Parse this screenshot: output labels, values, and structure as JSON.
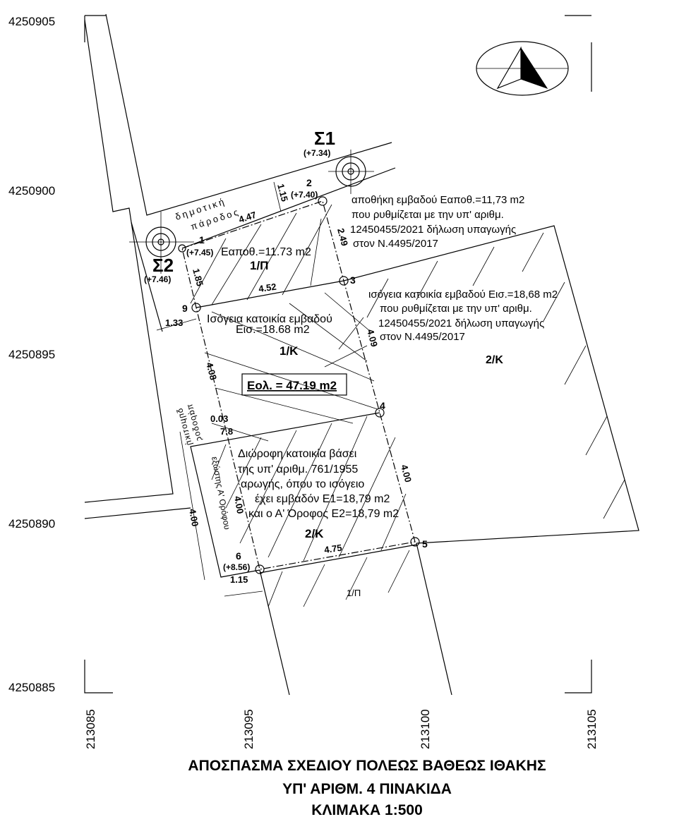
{
  "axes": {
    "y_ticks": [
      "4250905",
      "4250900",
      "4250895",
      "4250890",
      "4250885"
    ],
    "x_ticks": [
      "213085",
      "213095",
      "213100",
      "213105"
    ]
  },
  "benchmarks": [
    {
      "name": "Σ1",
      "elevation": "(+7.34)"
    },
    {
      "name": "Σ2",
      "elevation": "(+7.46)"
    }
  ],
  "points": [
    {
      "id": "1",
      "elevation": "(+7.45)"
    },
    {
      "id": "2",
      "elevation": "(+7.40)"
    },
    {
      "id": "3"
    },
    {
      "id": "4"
    },
    {
      "id": "5"
    },
    {
      "id": "6",
      "elevation": "(+8.56)"
    },
    {
      "id": "9"
    }
  ],
  "dimensions": [
    "1.15",
    "4.47",
    "2.49",
    "1.85",
    "4.52",
    "1.33",
    "4.09",
    "4.08",
    "0.03",
    "7.8",
    "4.00",
    "4.00",
    "4.00",
    "4.75",
    "1.15"
  ],
  "road_labels": {
    "top_1": "δημοτική",
    "top_2": "πάροδος",
    "left_1": "δημοτική",
    "left_2": "πάροδος"
  },
  "parcels": {
    "storage_area": "Εαποθ.=11.73 m2",
    "storage_code": "1/Π",
    "ground_label": "Ισόγεια κατοικία εμβαδού",
    "ground_area": "Εισ.=18.68 m2",
    "ground_code": "1/K",
    "total_area": "Εολ. = 47.19 m2",
    "two_storey_code": "2/K",
    "east_code": "2/K",
    "south_code": "1/Π",
    "balcony_label": "εξώστης Α' Ορόφου"
  },
  "notes": {
    "storage": [
      "αποθήκη εμβαδού Εαποθ.=11,73 m2",
      "που ρυθμίζεται με την υπ' αριθμ.",
      "12450455/2021 δήλωση υπαγωγής",
      "στον Ν.4495/2017"
    ],
    "ground": [
      "ισόγεια κατοικία εμβαδού Εισ.=18,68 m2",
      "που ρυθμίζεται με την υπ' αριθμ.",
      "12450455/2021 δήλωση υπαγωγής",
      "στον Ν.4495/2017"
    ],
    "two_storey": [
      "Διώροφη κατοικία βάσει",
      "της υπ' αριθμ. 761/1955",
      "αρωγής, όπου το ισόγειο",
      "έχει εμβαδόν Ε1=18,79 m2",
      "και ο Α' Όροφος Ε2=18,79 m2"
    ]
  },
  "title": {
    "line1": "ΑΠΟΣΠΑΣΜΑ ΣΧΕΔΙΟΥ ΠΟΛΕΩΣ ΒΑΘΕΩΣ ΙΘΑΚΗΣ",
    "line2": "ΥΠ' ΑΡΙΘΜ. 4 ΠΙΝΑΚΙΔΑ",
    "line3": "ΚΛΙΜΑΚΑ 1:500"
  }
}
